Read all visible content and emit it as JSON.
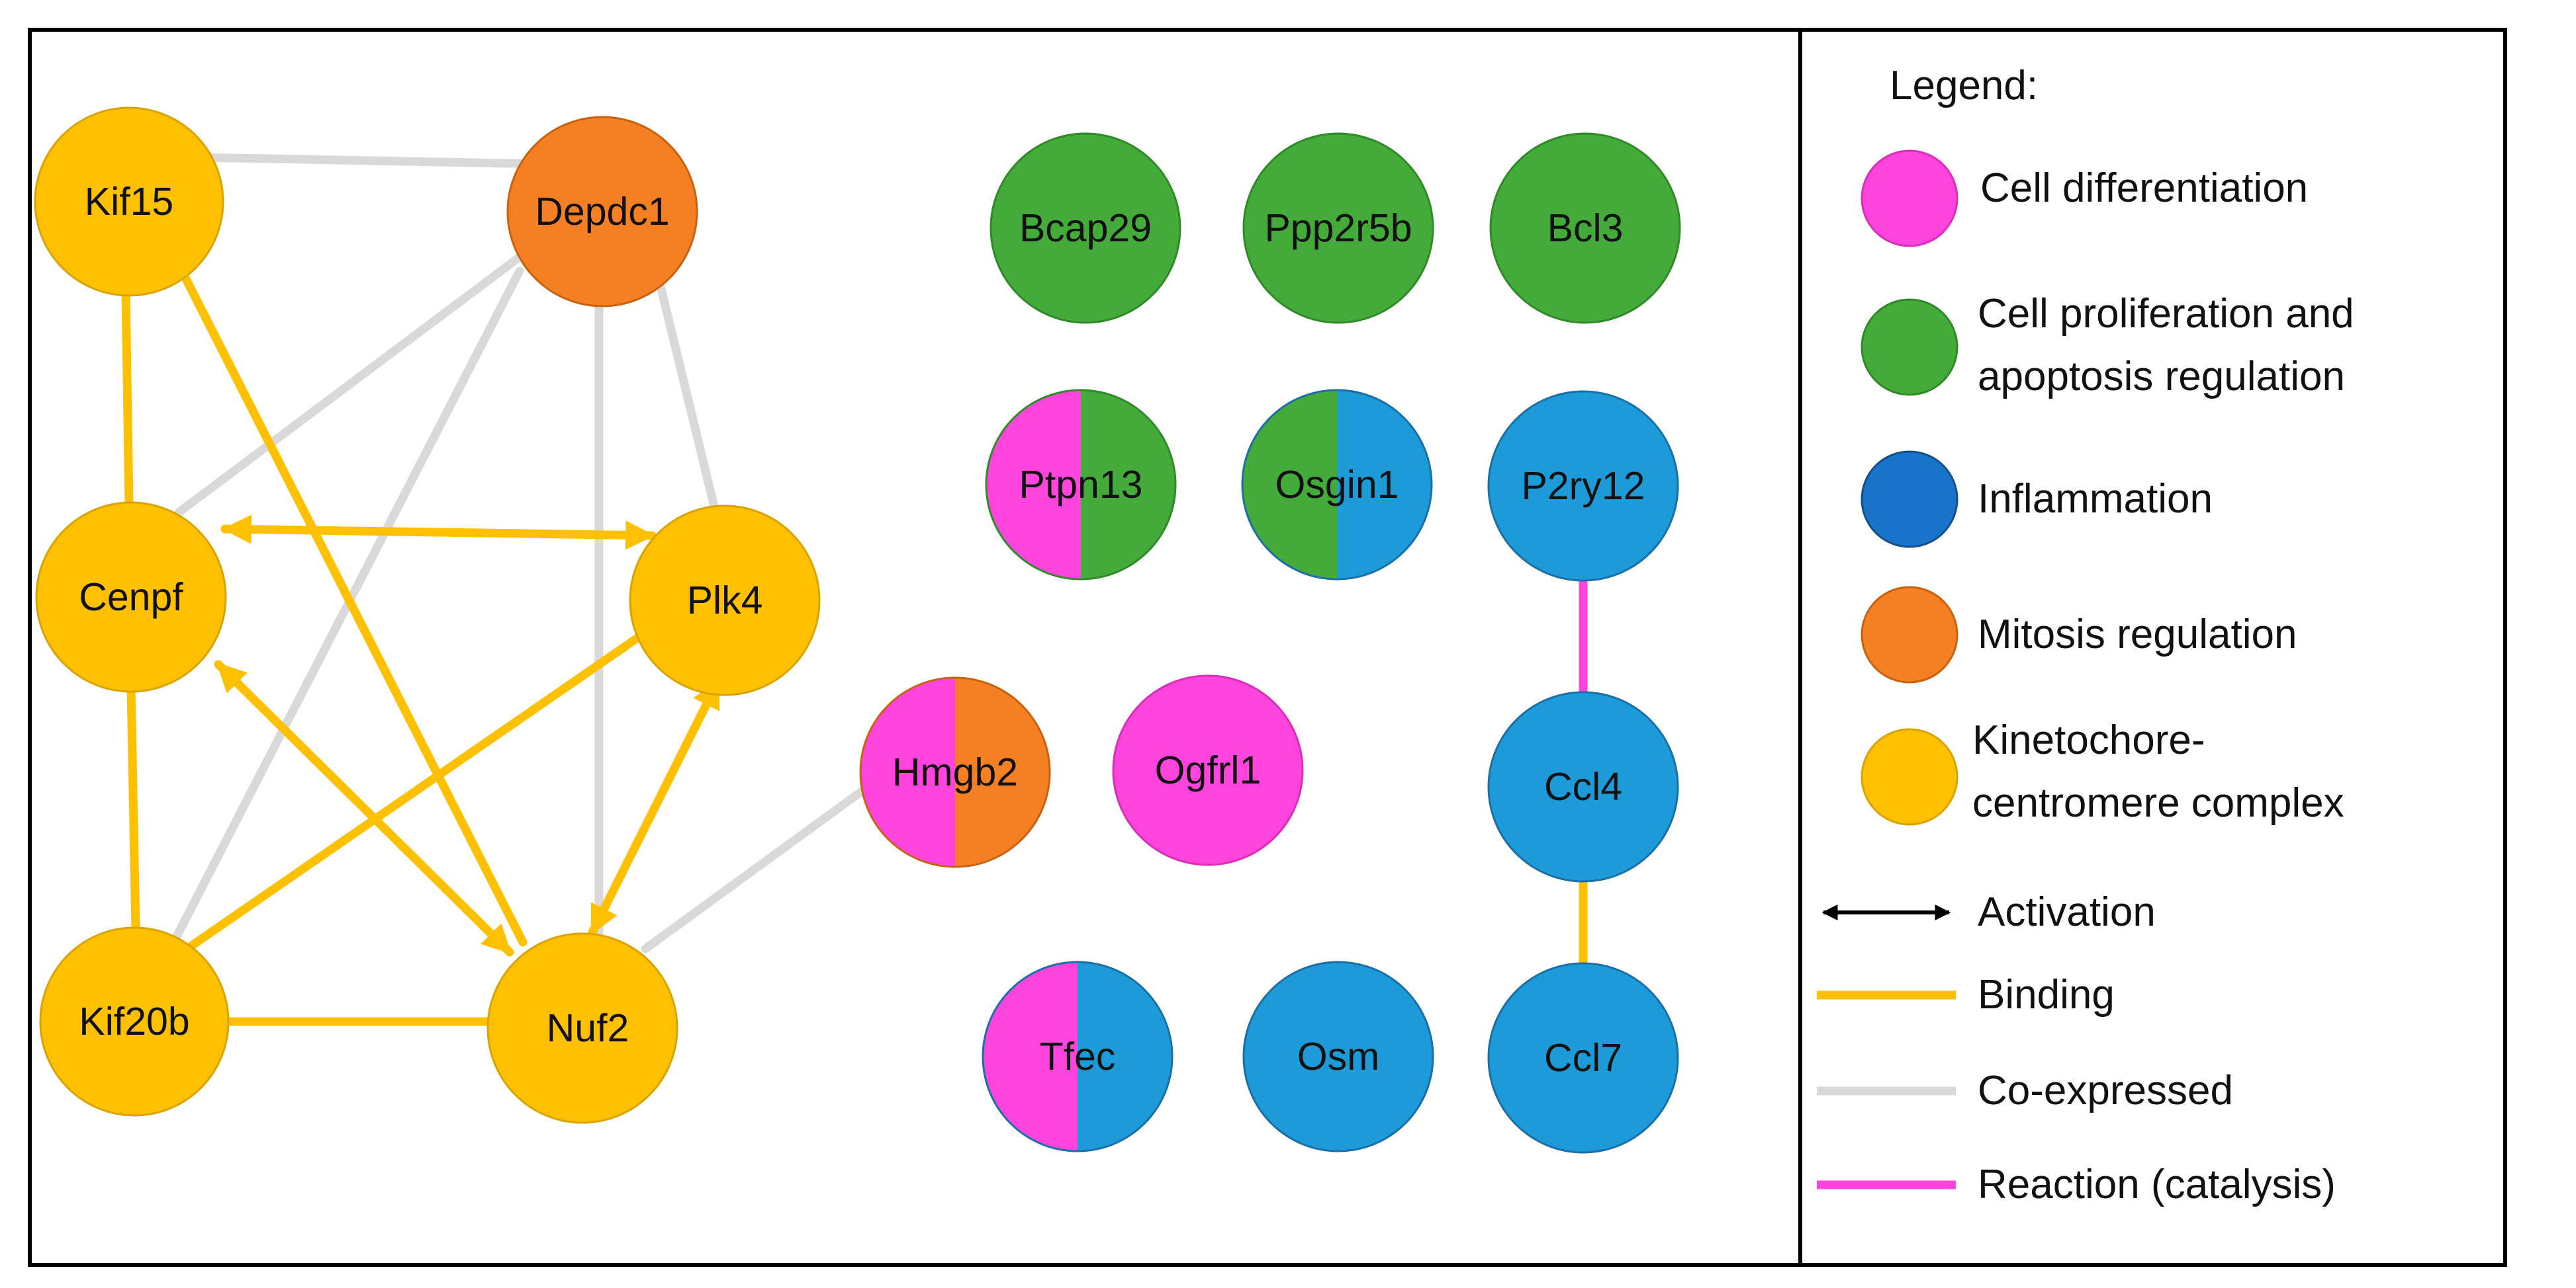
{
  "colors": {
    "cell_differentiation": "#ff44dd",
    "cell_proliferation": "#44aa3a",
    "inflammation": "#1d9bd8",
    "inflammation_legend": "#1874c8",
    "mitosis": "#f58024",
    "kinetochore": "#ffc000",
    "binding_edge": "#ffc000",
    "coexpressed_edge": "#d9d9d9",
    "catalysis_edge": "#ff44dd",
    "activation_arrow": "#000000"
  },
  "nodes": {
    "kif15": {
      "label": "Kif15"
    },
    "depdc1": {
      "label": "Depdc1"
    },
    "cenpf": {
      "label": "Cenpf"
    },
    "plk4": {
      "label": "Plk4"
    },
    "kif20b": {
      "label": "Kif20b"
    },
    "nuf2": {
      "label": "Nuf2"
    },
    "bcap29": {
      "label": "Bcap29"
    },
    "ppp2r5b": {
      "label": "Ppp2r5b"
    },
    "bcl3": {
      "label": "Bcl3"
    },
    "ptpn13": {
      "label": "Ptpn13"
    },
    "osgin1": {
      "label": "Osgin1"
    },
    "p2ry12": {
      "label": "P2ry12"
    },
    "hmgb2": {
      "label": "Hmgb2"
    },
    "ogfrl1": {
      "label": "Ogfrl1"
    },
    "ccl4": {
      "label": "Ccl4"
    },
    "tfec": {
      "label": "Tfec"
    },
    "osm": {
      "label": "Osm"
    },
    "ccl7": {
      "label": "Ccl7"
    }
  },
  "legend": {
    "title": "Legend:",
    "categories": {
      "cell_differentiation": "Cell differentiation",
      "cell_proliferation_line1": "Cell proliferation and",
      "cell_proliferation_line2": "apoptosis regulation",
      "inflammation": "Inflammation",
      "mitosis": "Mitosis regulation",
      "kinetochore_line1": "Kinetochore-",
      "kinetochore_line2": "centromere complex"
    },
    "edges": {
      "activation": "Activation",
      "binding": "Binding",
      "coexpressed": "Co-expressed",
      "catalysis": "Reaction (catalysis)"
    }
  }
}
